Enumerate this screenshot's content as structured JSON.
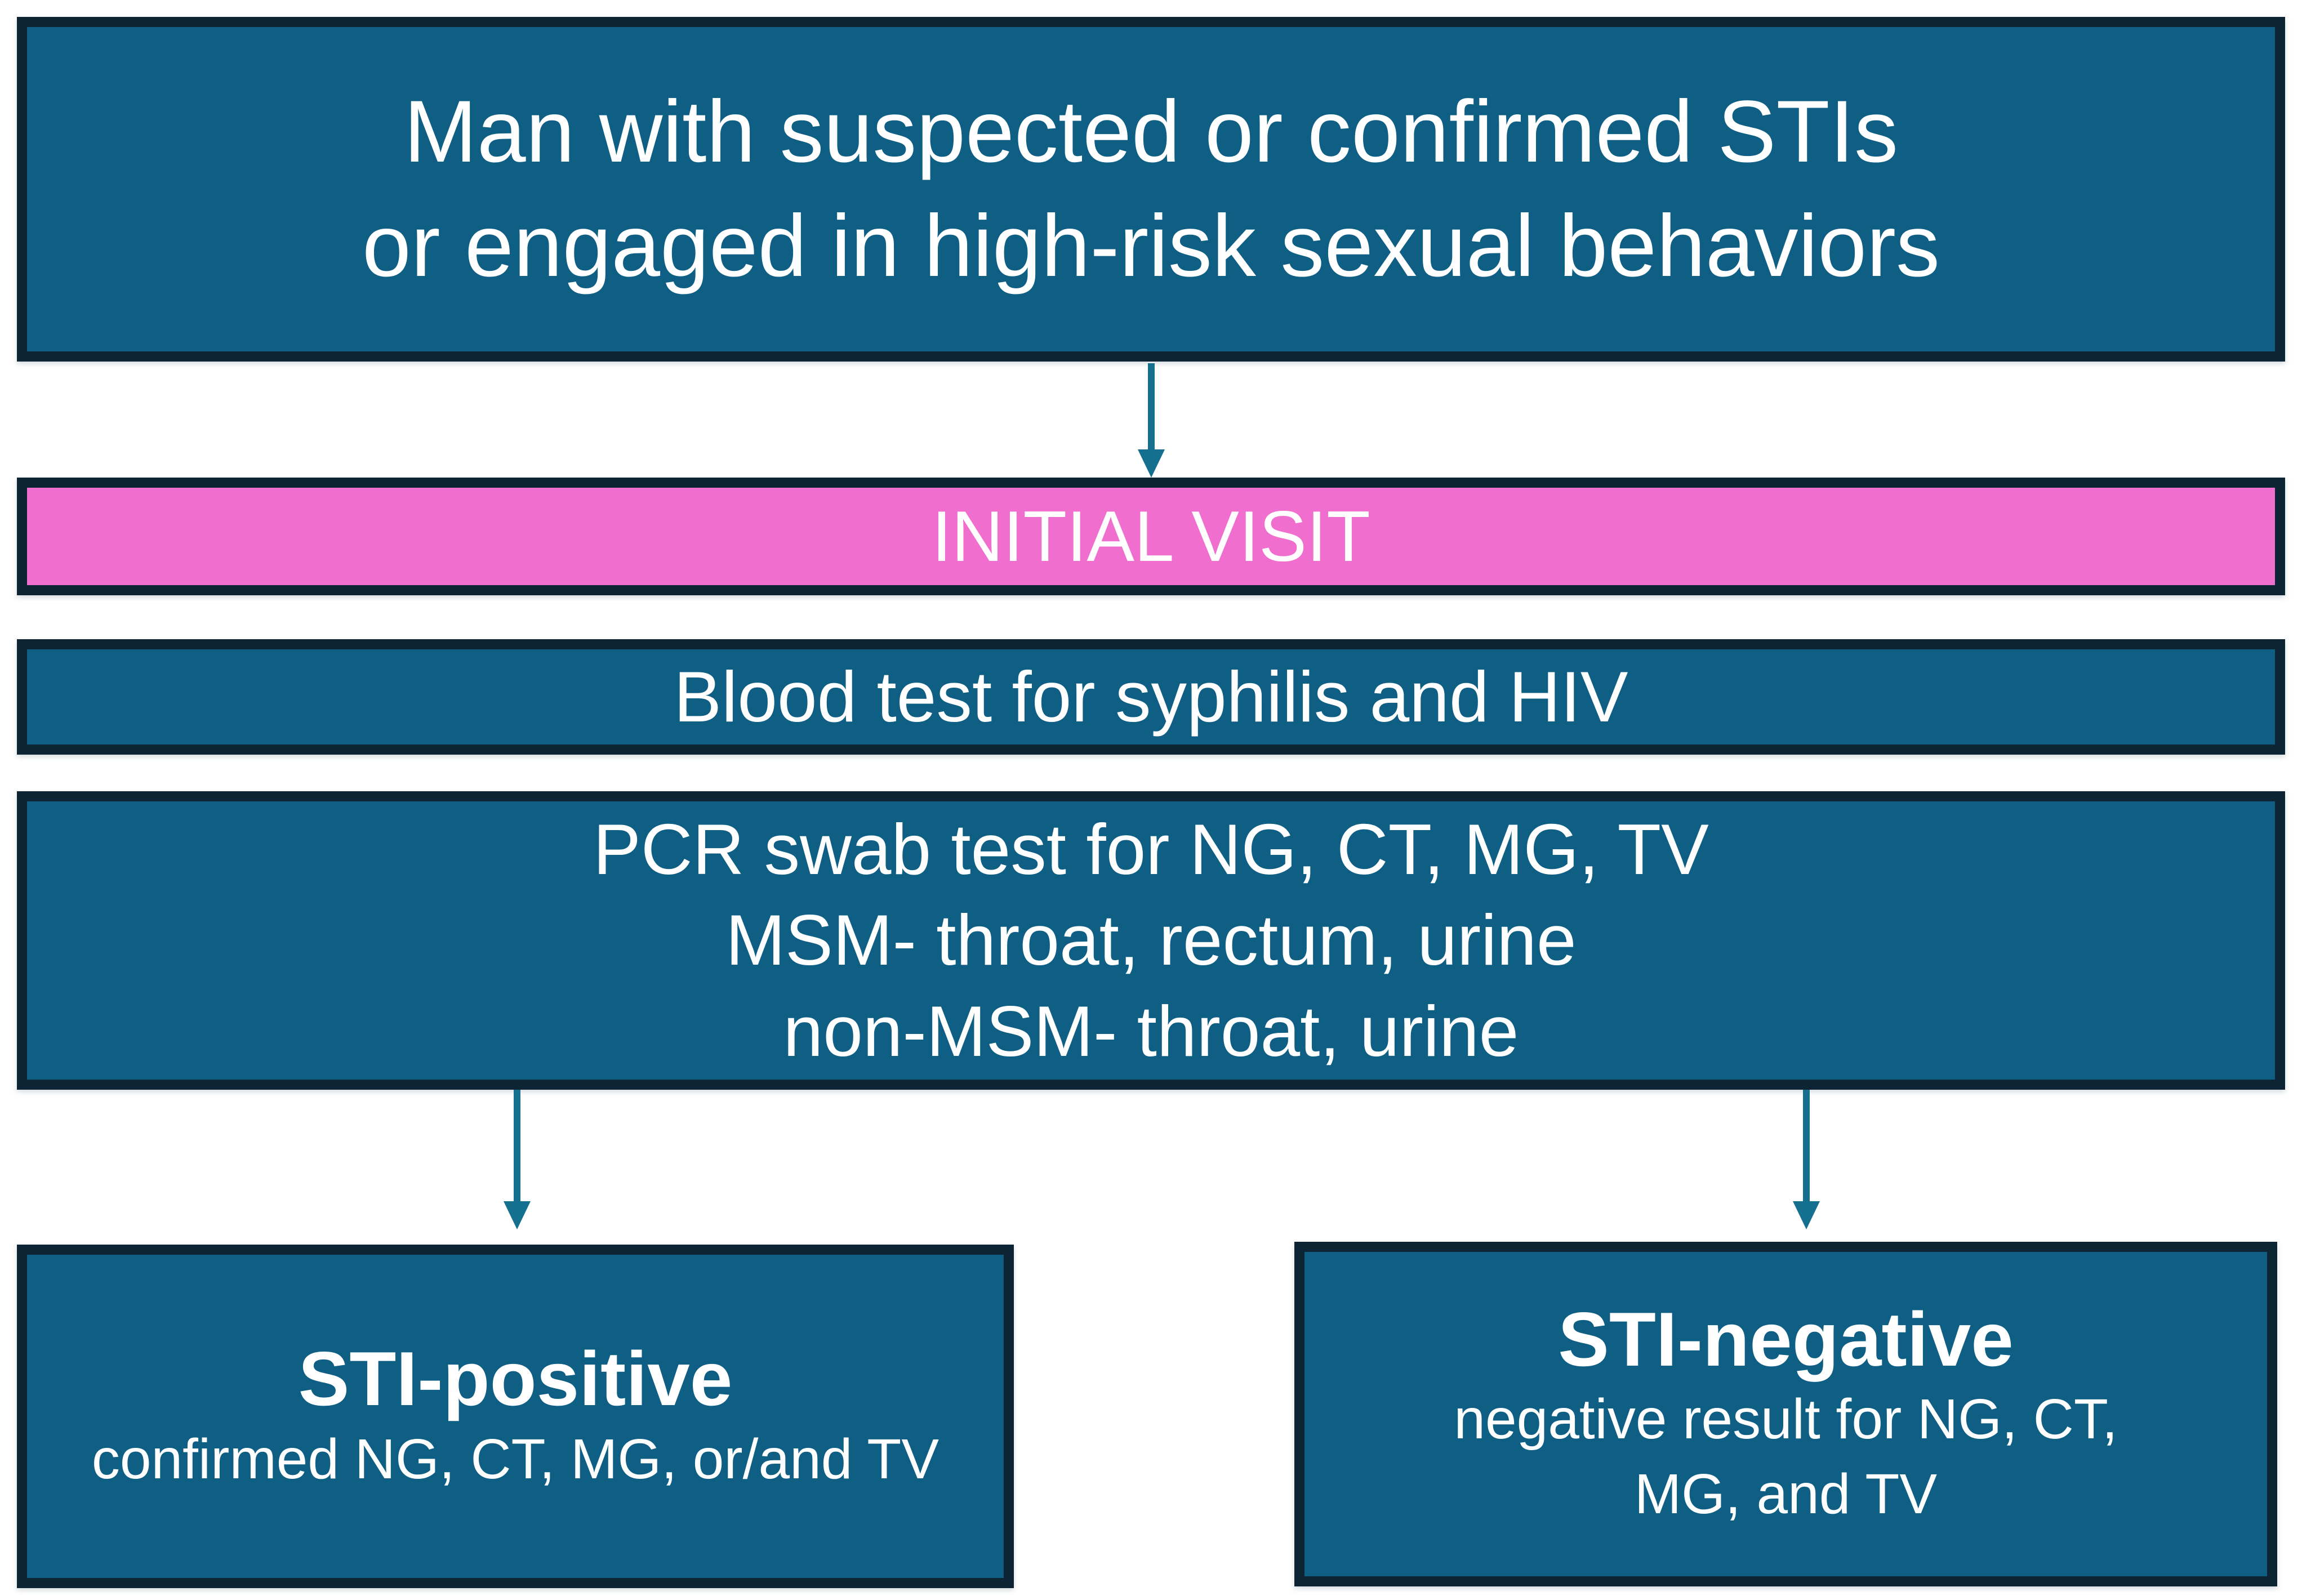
{
  "palette": {
    "box_fill": "#0f5f85",
    "box_border": "#0c2433",
    "pink_fill": "#f06ecd",
    "arrow_color": "#15708f",
    "text_color": "#ffffff",
    "background": "#ffffff"
  },
  "flowchart": {
    "top_condition": {
      "lines": [
        "Man with suspected or confirmed STIs",
        "or engaged in high-risk sexual behaviors"
      ]
    },
    "initial_visit": {
      "label": "INITIAL VISIT"
    },
    "blood_test": {
      "label": "Blood test for syphilis and HIV"
    },
    "pcr_swab": {
      "lines": [
        "PCR swab test for NG, CT, MG, TV",
        "MSM- throat, rectum, urine",
        "non-MSM- throat, urine"
      ]
    },
    "sti_positive": {
      "title": "STI-positive",
      "subtitle": "confirmed NG, CT, MG, or/and TV"
    },
    "sti_negative": {
      "title": "STI-negative",
      "subtitle_lines": [
        "negative result for NG, CT,",
        "MG, and TV"
      ]
    }
  }
}
